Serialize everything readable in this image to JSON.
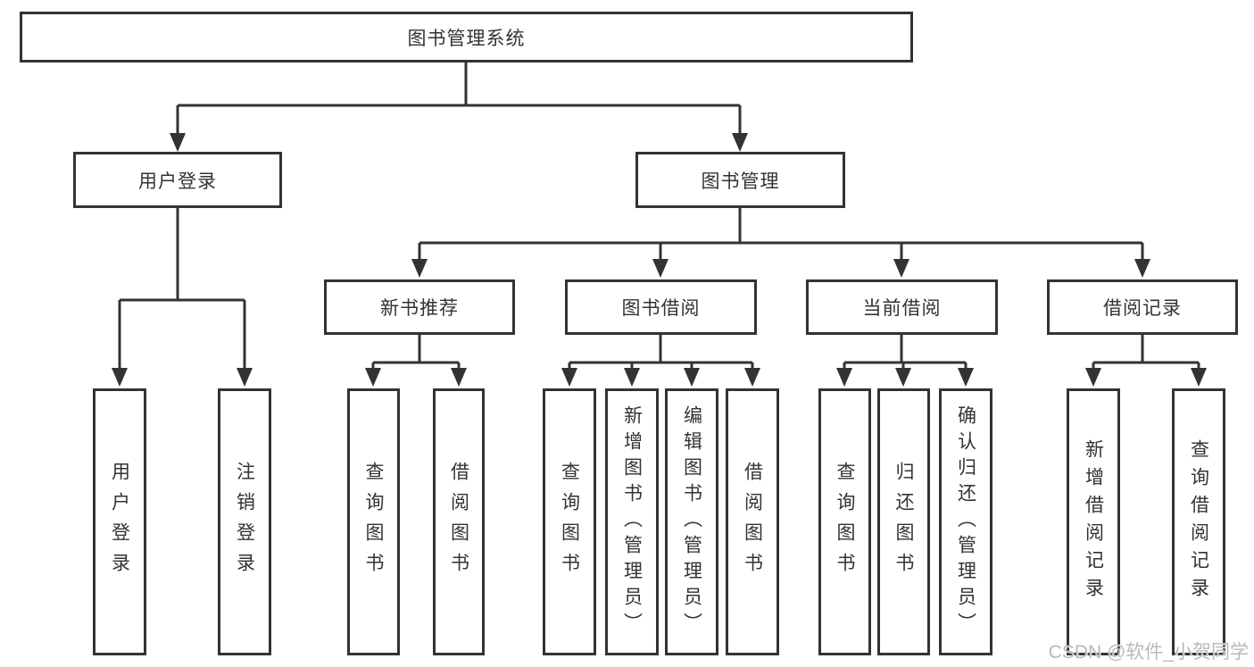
{
  "tree": {
    "label": "图书管理系统",
    "children": [
      {
        "label": "用户登录",
        "children": [
          {
            "label": "用户登录"
          },
          {
            "label": "注销登录"
          }
        ]
      },
      {
        "label": "图书管理",
        "children": [
          {
            "label": "新书推荐",
            "children": [
              {
                "label": "查询图书"
              },
              {
                "label": "借阅图书"
              }
            ]
          },
          {
            "label": "图书借阅",
            "children": [
              {
                "label": "查询图书"
              },
              {
                "label": "新增图书（管理员）"
              },
              {
                "label": "编辑图书（管理员）"
              },
              {
                "label": "借阅图书"
              }
            ]
          },
          {
            "label": "当前借阅",
            "children": [
              {
                "label": "查询图书"
              },
              {
                "label": "归还图书"
              },
              {
                "label": "确认归还（管理员）"
              }
            ]
          },
          {
            "label": "借阅记录",
            "children": [
              {
                "label": "新增借阅记录"
              },
              {
                "label": "查询借阅记录"
              }
            ]
          }
        ]
      }
    ]
  },
  "watermark": "CSDN @软件_小贺同学",
  "colors": {
    "line": "#333333",
    "box_border": "#333333",
    "text": "#333333",
    "background": "#ffffff",
    "watermark": "#b9b9b9"
  }
}
